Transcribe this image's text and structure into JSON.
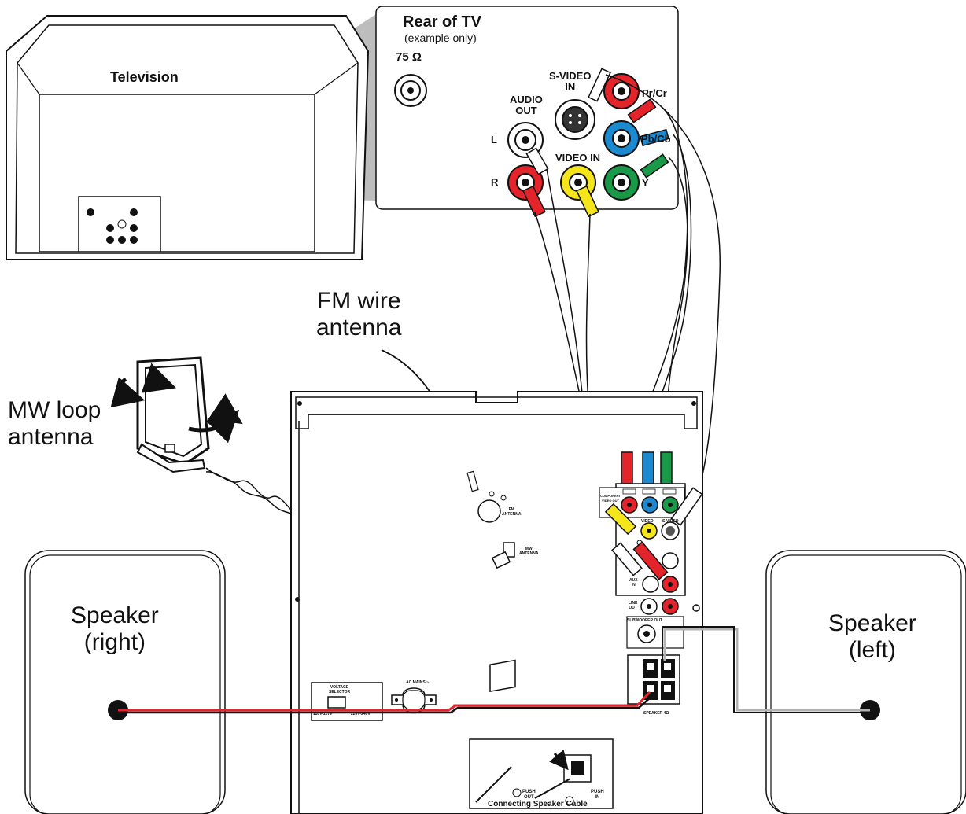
{
  "television": {
    "label": "Television"
  },
  "rear_of_tv": {
    "title": "Rear of TV",
    "subtitle": "(example only)",
    "antenna_label": "75 Ω",
    "audio_out": "AUDIO\nOUT",
    "audio_l": "L",
    "audio_r": "R",
    "video_in": "VIDEO IN",
    "svideo_in": "S-VIDEO\nIN",
    "pr_cr": "Pr/Cr",
    "pb_cb": "Pb/Cb",
    "y": "Y"
  },
  "antennas": {
    "fm": "FM wire\nantenna",
    "mw": "MW loop\nantenna"
  },
  "speakers": {
    "right": "Speaker\n(right)",
    "left": "Speaker\n(left)"
  },
  "rear_panel": {
    "fm_antenna": "FM\nANTENNA",
    "mw_antenna": "MW\nANTENNA",
    "component_video_out": "COMPONENT\nVIDEO OUT",
    "video": "VIDEO",
    "svideo": "S-VIDEO",
    "aux_in": "AUX\nIN",
    "line_out": "LINE\nOUT",
    "subwoofer_out": "SUBWOOFER OUT",
    "speaker_4ohm": "SPEAKER 4Ω",
    "voltage_selector": "VOLTAGE\nSELECTOR",
    "voltage_110": "110V-127V",
    "voltage_220": "220V-240V",
    "ac_mains": "AC MAINS ~"
  },
  "connect_cable": {
    "title": "Connecting Speaker Cable",
    "step1": "PUSH\nOUT",
    "step2": "PUSH\nIN"
  },
  "colors": {
    "red": "#e3242b",
    "green": "#1a9a48",
    "blue": "#1b8ad0",
    "yellow": "#f5e51b",
    "gray": "#b3b3b3",
    "black": "#111111"
  }
}
